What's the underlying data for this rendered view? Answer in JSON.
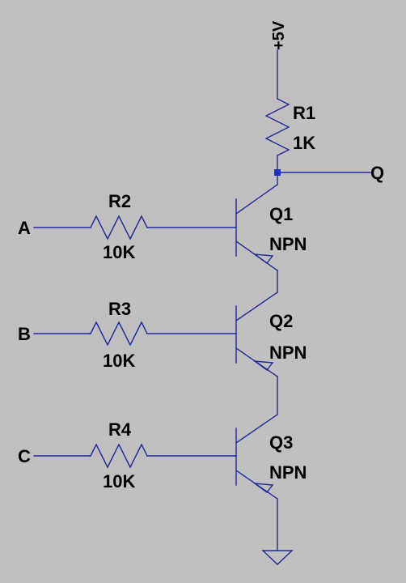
{
  "supply": {
    "label": "+5V"
  },
  "output": {
    "label": "Q"
  },
  "inputs": [
    {
      "label": "A"
    },
    {
      "label": "B"
    },
    {
      "label": "C"
    }
  ],
  "resistors": [
    {
      "ref": "R1",
      "value": "1K"
    },
    {
      "ref": "R2",
      "value": "10K"
    },
    {
      "ref": "R3",
      "value": "10K"
    },
    {
      "ref": "R4",
      "value": "10K"
    }
  ],
  "transistors": [
    {
      "ref": "Q1",
      "type": "NPN"
    },
    {
      "ref": "Q2",
      "type": "NPN"
    },
    {
      "ref": "Q3",
      "type": "NPN"
    }
  ],
  "colors": {
    "background": "#c0c0c0",
    "wire": "#1f2a99",
    "junction": "#1f2ae0",
    "text": "#000000"
  }
}
